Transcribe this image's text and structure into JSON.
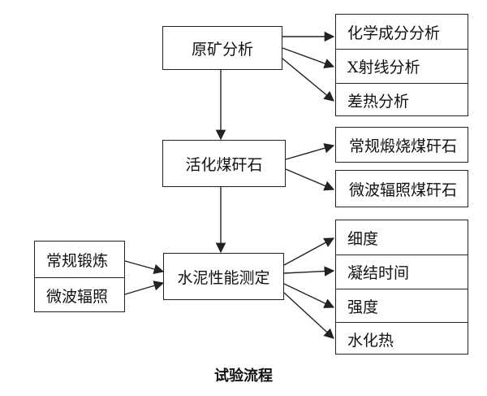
{
  "nodes": {
    "raw_ore": "原矿分析",
    "activated": "活化煤矸石",
    "cement": "水泥性能测定"
  },
  "analysis_group": [
    "化学成分分析",
    "X射线分析",
    "差热分析"
  ],
  "activation_methods": [
    "常规煅烧煤矸石",
    "微波辐照煤矸石"
  ],
  "input_methods": [
    "常规锻炼",
    "微波辐照"
  ],
  "cement_tests": [
    "细度",
    "凝结时间",
    "强度",
    "水化热"
  ],
  "caption": "试验流程"
}
